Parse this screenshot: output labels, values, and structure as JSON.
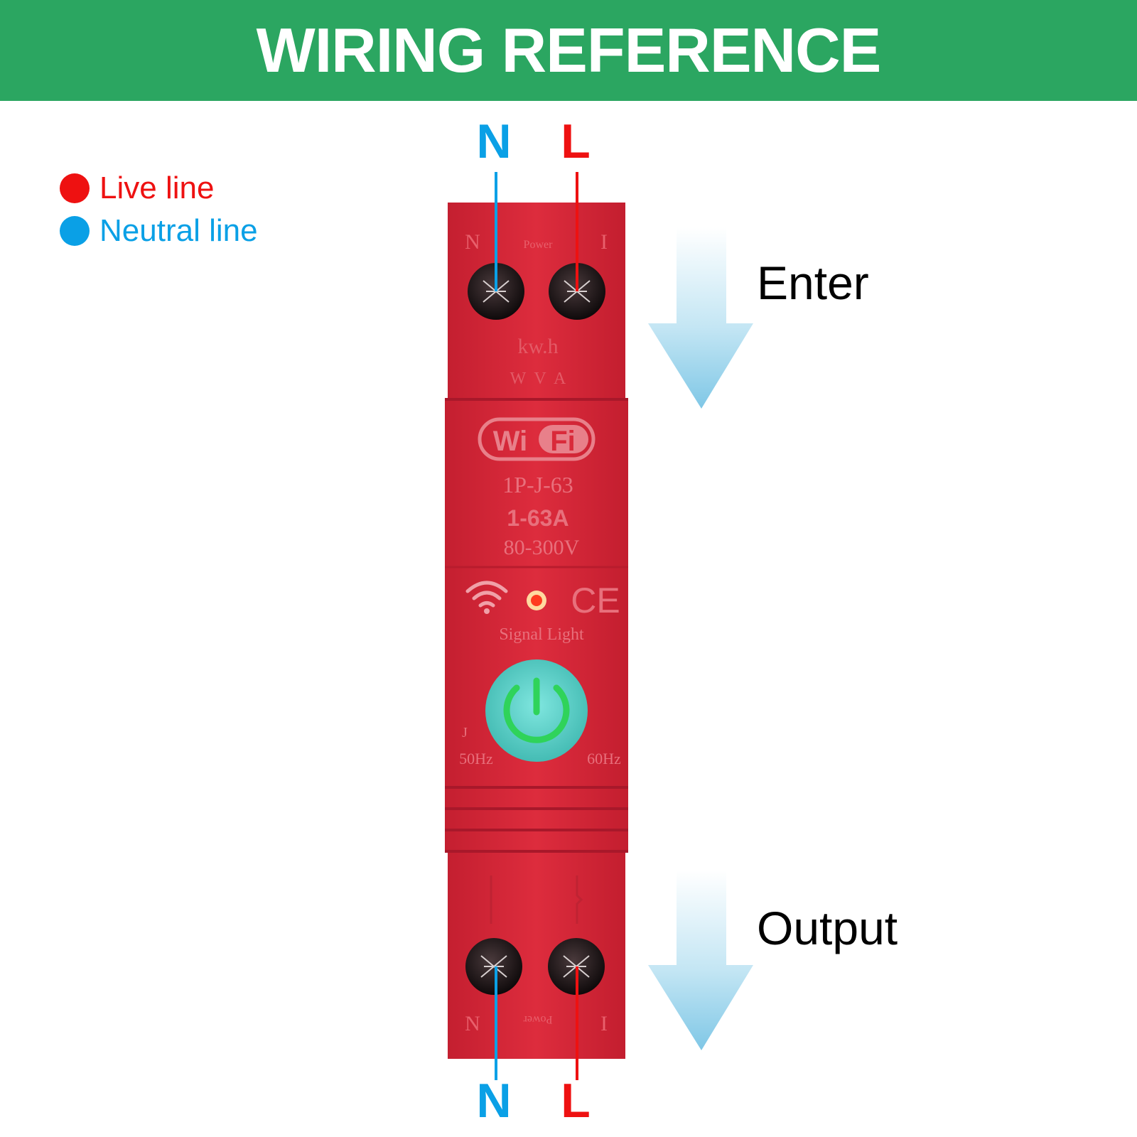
{
  "header": {
    "title": "WIRING REFERENCE"
  },
  "legend": [
    {
      "label": "Live line",
      "color": "#ee1111"
    },
    {
      "label": "Neutral line",
      "color": "#0aa0e6"
    }
  ],
  "colors": {
    "banner": "#2ba661",
    "live": "#ee1111",
    "neutral": "#0aa0e6",
    "device_body": "#d92a3a",
    "arrow": "#8fd0ea"
  },
  "top_terminals": {
    "neutral": "N",
    "live": "L"
  },
  "bottom_terminals": {
    "neutral": "N",
    "live": "L"
  },
  "flow": {
    "input": "Enter",
    "output": "Output"
  },
  "device": {
    "top_markings": {
      "n": "N",
      "power": "Power",
      "l": "I"
    },
    "meter_units": "kw.h",
    "meter_subunits": "W  V  A",
    "wifi_logo": {
      "left": "Wi",
      "right": "Fi"
    },
    "model": "1P-J-63",
    "current_range": "1-63A",
    "voltage_range": "80-300V",
    "ce_mark": "CE",
    "signal_light_label": "Signal Light",
    "freq_left": "50Hz",
    "freq_right": "60Hz",
    "side_mark": "J",
    "bottom_markings": {
      "n": "N",
      "power": "Power",
      "l": "I"
    },
    "icons": [
      "wifi-icon",
      "power-icon",
      "signal-led-icon",
      "ce-mark-icon"
    ]
  }
}
